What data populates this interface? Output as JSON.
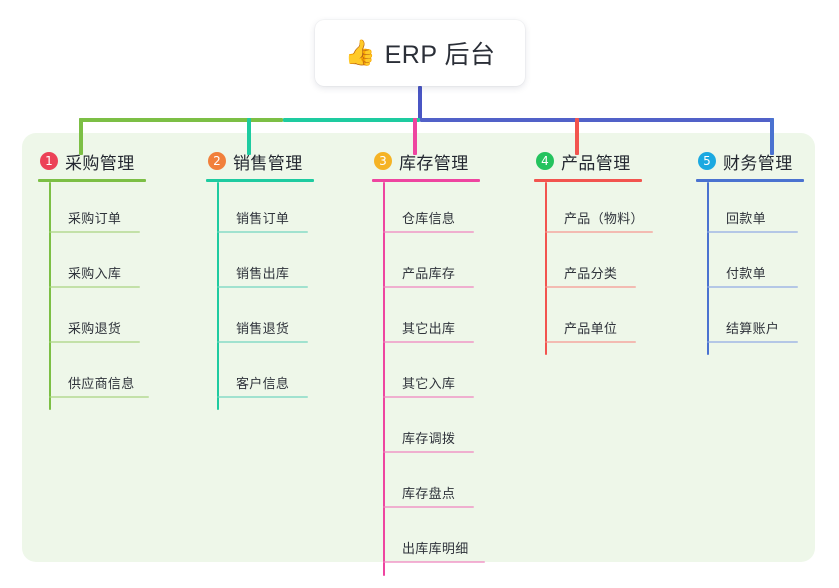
{
  "diagram": {
    "type": "mind-map",
    "root": {
      "icon": "thumbs-up-icon",
      "emoji": "👍",
      "title": "ERP 后台"
    },
    "panel_color": "#eef7e9",
    "branches": [
      {
        "index": "1",
        "title": "采购管理",
        "badge_color": "#ec4257",
        "line_color": "#7cbf45",
        "leaf_color": "#a8d47f",
        "items": [
          "采购订单",
          "采购入库",
          "采购退货",
          "供应商信息"
        ]
      },
      {
        "index": "2",
        "title": "销售管理",
        "badge_color": "#f1803b",
        "line_color": "#1ecba0",
        "leaf_color": "#6fd5be",
        "items": [
          "销售订单",
          "销售出库",
          "销售退货",
          "客户信息"
        ]
      },
      {
        "index": "3",
        "title": "库存管理",
        "badge_color": "#f5b325",
        "line_color": "#ee45a0",
        "leaf_color": "#ef83bf",
        "items": [
          "仓库信息",
          "产品库存",
          "其它出库",
          "其它入库",
          "库存调拨",
          "库存盘点",
          "出库库明细"
        ]
      },
      {
        "index": "4",
        "title": "产品管理",
        "badge_color": "#24c35e",
        "line_color": "#f2544f",
        "leaf_color": "#f59690",
        "items": [
          "产品（物料）",
          "产品分类",
          "产品单位"
        ]
      },
      {
        "index": "5",
        "title": "财务管理",
        "badge_color": "#1ba9e1",
        "line_color": "#4a72d0",
        "leaf_color": "#8faae4",
        "items": [
          "回款单",
          "付款单",
          "结算账户"
        ]
      }
    ],
    "connectors": {
      "root_stem_color": "#4a56c4",
      "bar_segments": [
        {
          "color": "#7cbf45"
        },
        {
          "color": "#1ecba0"
        },
        {
          "color": "#5161c8"
        }
      ]
    }
  }
}
